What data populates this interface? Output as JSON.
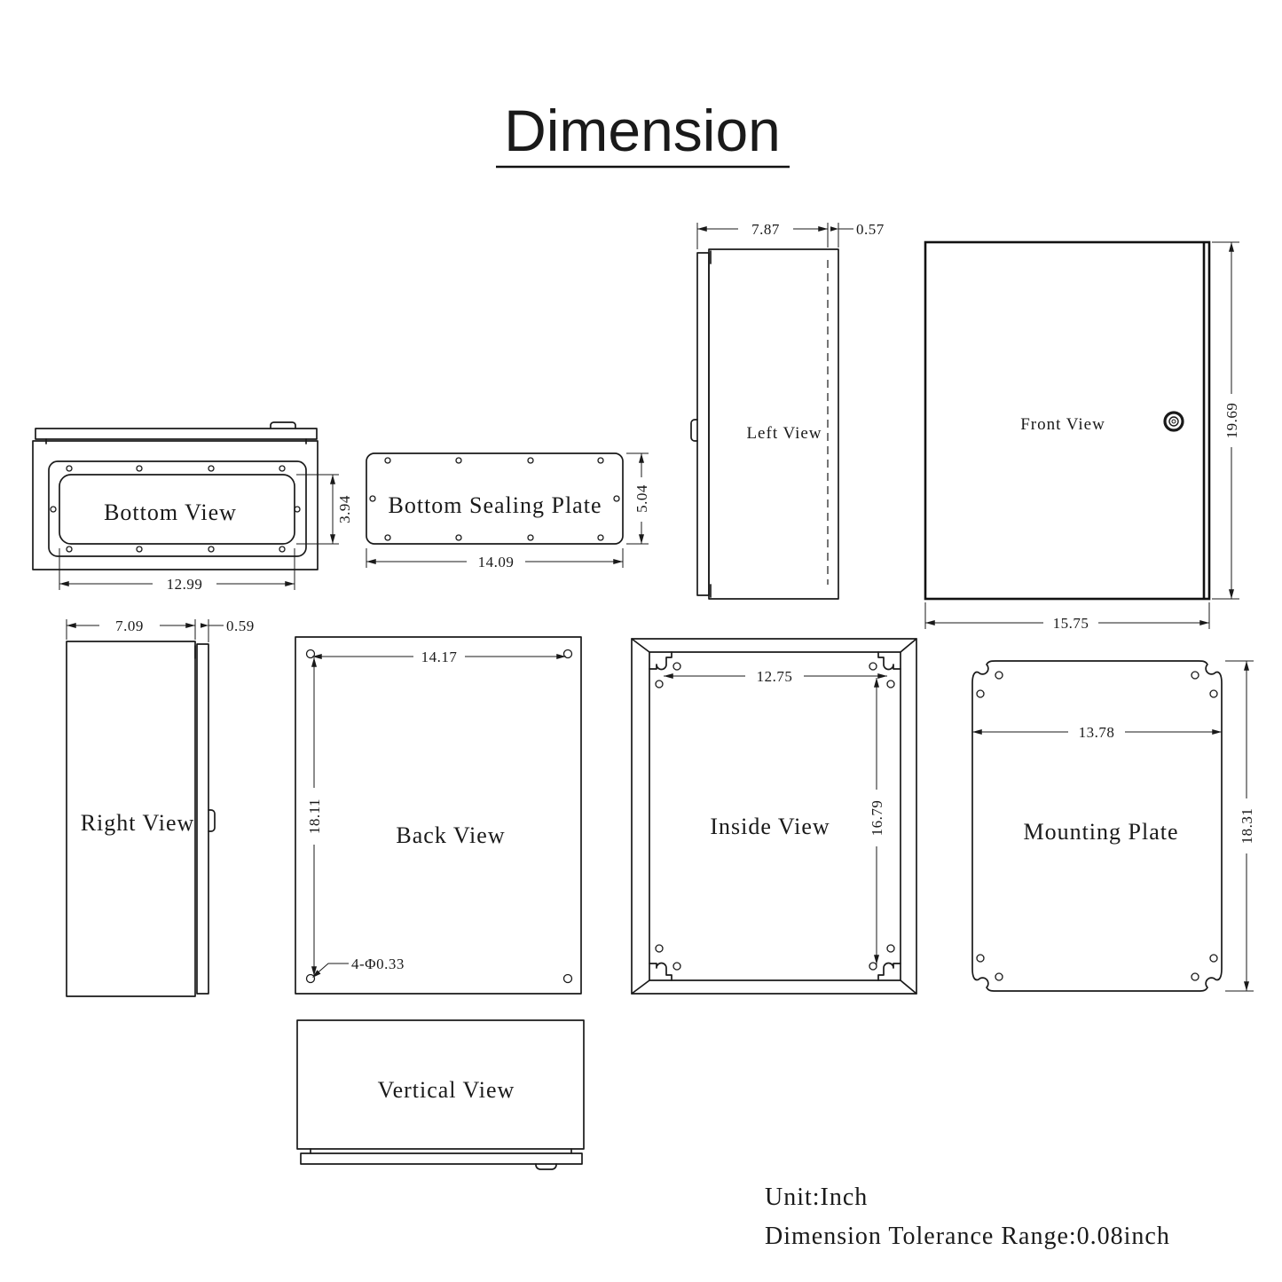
{
  "title": "Dimension",
  "notes": {
    "unit": "Unit:Inch",
    "tolerance": "Dimension Tolerance Range:0.08inch"
  },
  "views": {
    "bottom": {
      "label": "Bottom View",
      "width": "12.99",
      "height": "3.94"
    },
    "sealing": {
      "label": "Bottom Sealing Plate",
      "width": "14.09",
      "height": "5.04"
    },
    "left": {
      "label": "Left View",
      "depth": "7.87",
      "door_thickness": "0.57"
    },
    "front": {
      "label": "Front View",
      "width": "15.75",
      "height": "19.69"
    },
    "right": {
      "label": "Right View",
      "depth": "7.09",
      "door_thickness": "0.59"
    },
    "back": {
      "label": "Back View",
      "hole_span_width": "14.17",
      "hole_span_height": "18.11",
      "hole_callout": "4-Φ0.33"
    },
    "inside": {
      "label": "Inside View",
      "width": "12.75",
      "height": "16.79"
    },
    "mounting": {
      "label": "Mounting Plate",
      "width": "13.78",
      "height": "18.31"
    },
    "vertical": {
      "label": "Vertical View"
    }
  }
}
